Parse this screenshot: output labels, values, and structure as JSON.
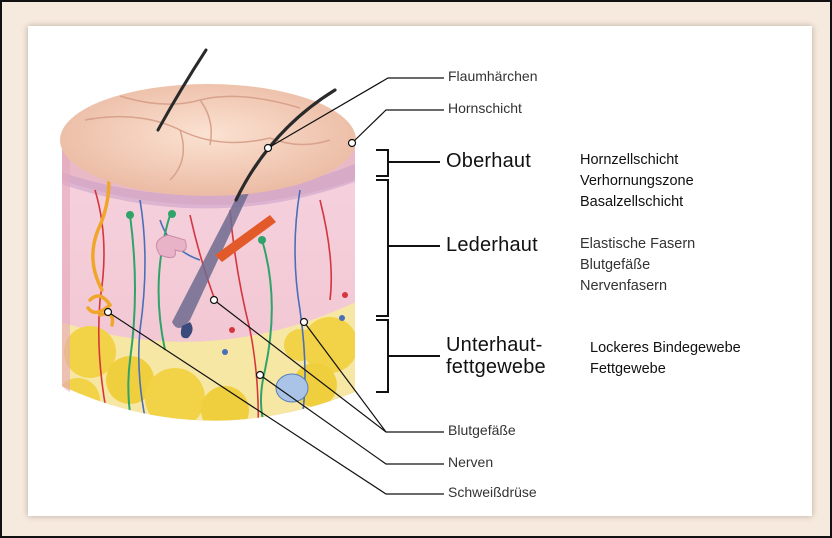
{
  "callouts": {
    "flaumhaerchen": "Flaumhärchen",
    "hornschicht": "Hornschicht",
    "blutgefaesse": "Blutgefäße",
    "nerven": "Nerven",
    "schweissdruese": "Schweißdrüse"
  },
  "layers": [
    {
      "name": "Oberhaut",
      "items": [
        "Hornzellschicht",
        "Verhornungszone",
        "Basalzellschicht"
      ]
    },
    {
      "name": "Lederhaut",
      "items": [
        "Elastische Fasern",
        "Blutgefäße",
        "Nervenfasern"
      ]
    },
    {
      "name_line1": "Unterhaut-",
      "name_line2": "fettgewebe",
      "items": [
        "Lockeres Bindegewebe",
        "Fettgewebe"
      ]
    }
  ],
  "colors": {
    "epidermis": "#f2c9b4",
    "dermis": "#f3c7d3",
    "fat": "#f2d348",
    "vessel_red": "#d5353d",
    "vessel_blue": "#4a6fb8",
    "nerve_green": "#2fa36a",
    "gland": "#f0a62a"
  }
}
